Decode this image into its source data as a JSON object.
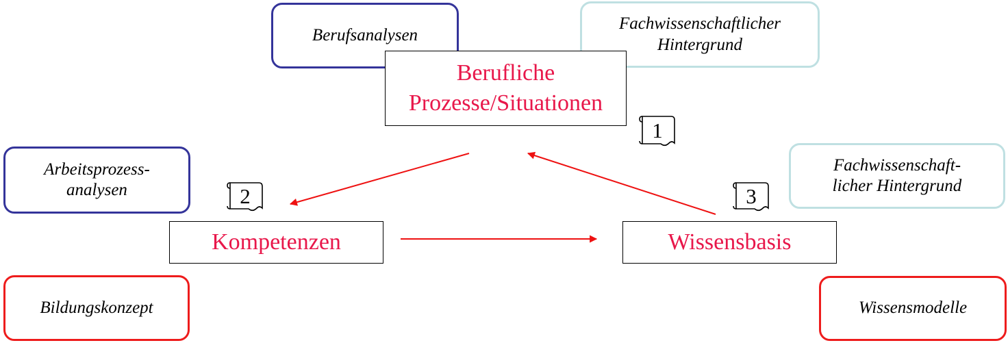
{
  "colors": {
    "analysis_border": "#34349a",
    "background_border": "#bfe0e2",
    "model_border": "#ee1c1c",
    "core_text": "#e8174a",
    "arrow": "#ee1111"
  },
  "nodes": {
    "berufsanalysen": "Berufsanalysen",
    "fach_top": "Fachwissenschaftlicher\nHintergrund",
    "arbeitsprozess": "Arbeitsprozess-\nanalysen",
    "fach_right": "Fachwissenschaft-\nlicher Hintergrund",
    "bildungskonzept": "Bildungskonzept",
    "wissensmodelle": "Wissensmodelle",
    "prozesse": "Berufliche\nProzesse/Situationen",
    "kompetenzen": "Kompetenzen",
    "wissensbasis": "Wissensbasis"
  },
  "steps": {
    "s1": "1",
    "s2": "2",
    "s3": "3"
  },
  "icons": {
    "step_marker": "scroll-icon",
    "connector": "arrow-icon"
  }
}
